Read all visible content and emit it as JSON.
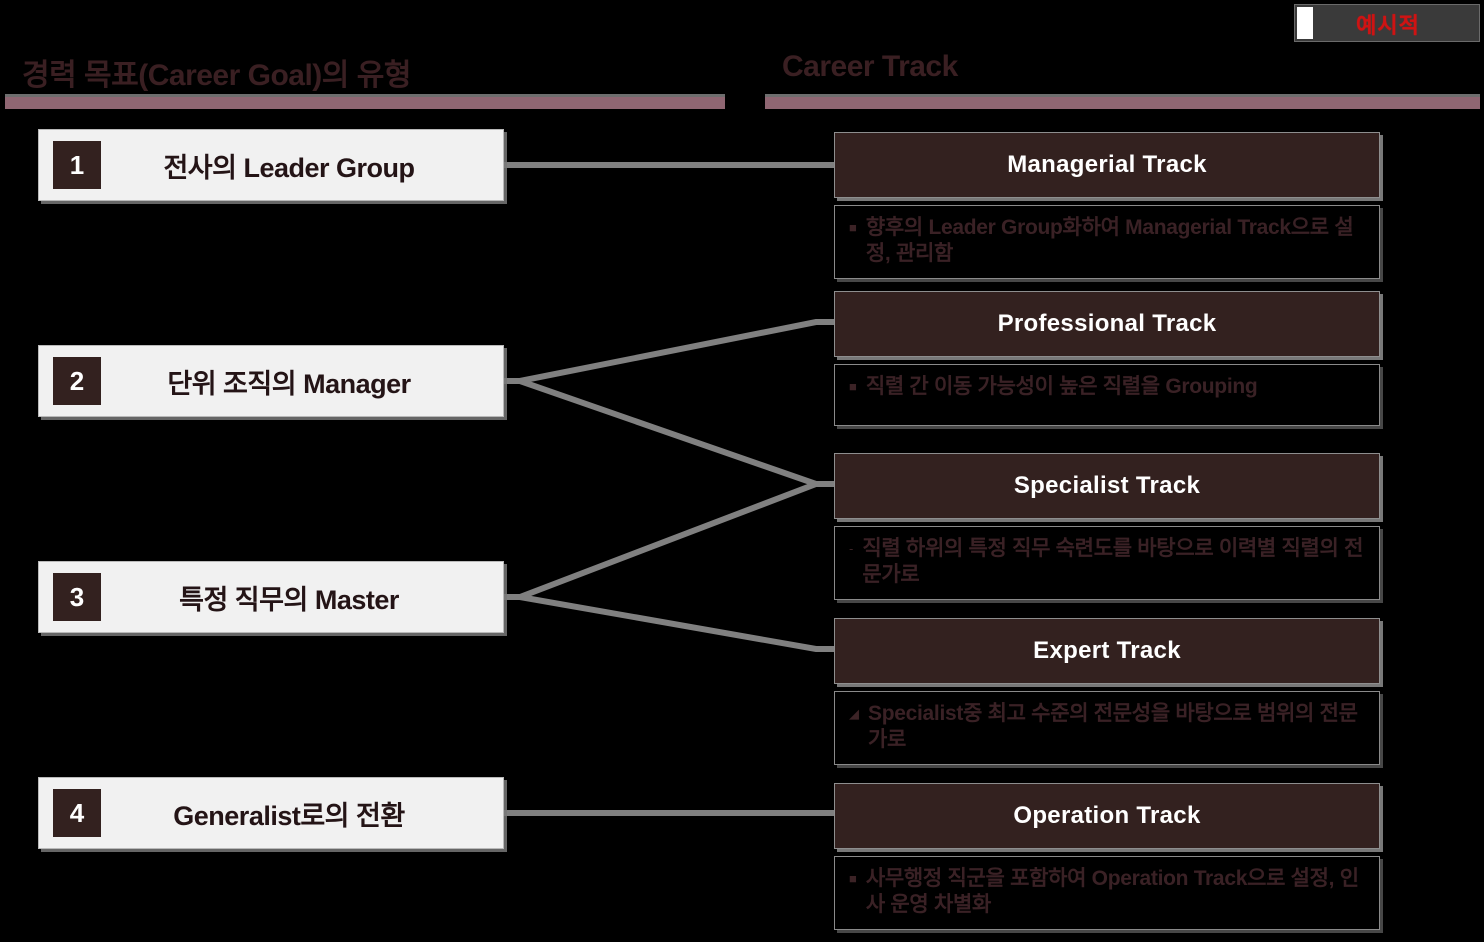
{
  "badge": {
    "label": "예시적",
    "color": "#cf1313"
  },
  "sections": {
    "left_title": "경력 목표(Career Goal)의 유형",
    "right_title": "Career Track",
    "title_color": "#3a1f22",
    "rule_color": "#8f6672"
  },
  "goals": [
    {
      "num": "1",
      "label": "전사의 Leader Group"
    },
    {
      "num": "2",
      "label": "단위 조직의 Manager"
    },
    {
      "num": "3",
      "label": "특정 직무의 Master"
    },
    {
      "num": "4",
      "label": "Generalist로의 전환"
    }
  ],
  "tracks": [
    {
      "title": "Managerial Track",
      "bullet": "■",
      "desc": "향후의 Leader Group화하여 Managerial Track으로 설정, 관리함"
    },
    {
      "title": "Professional Track",
      "bullet": "■",
      "desc": "직렬 간 이동 가능성이 높은 직렬을 Grouping"
    },
    {
      "title": "Specialist Track",
      "bullet": "-",
      "desc": "직렬 하위의 특정 직무 숙련도를 바탕으로 이력별 직렬의 전문가로"
    },
    {
      "title": "Expert Track",
      "bullet": "◢",
      "desc": "Specialist중 최고 수준의 전문성을 바탕으로 범위의 전문가로"
    },
    {
      "title": "Operation Track",
      "bullet": "■",
      "desc": "사무행정 직군을 포함하여 Operation Track으로 설정, 인사 운영 차별화"
    }
  ],
  "connections": [
    {
      "from_goal": "1",
      "to_track": "Managerial Track"
    },
    {
      "from_goal": "2",
      "to_track": "Professional Track"
    },
    {
      "from_goal": "2",
      "to_track": "Specialist Track"
    },
    {
      "from_goal": "3",
      "to_track": "Specialist Track"
    },
    {
      "from_goal": "3",
      "to_track": "Expert Track"
    },
    {
      "from_goal": "4",
      "to_track": "Operation Track"
    }
  ],
  "colors": {
    "header_fill": "#33211f",
    "goal_fill": "#f1f1f1",
    "connector": "#808080",
    "background": "#000000"
  }
}
